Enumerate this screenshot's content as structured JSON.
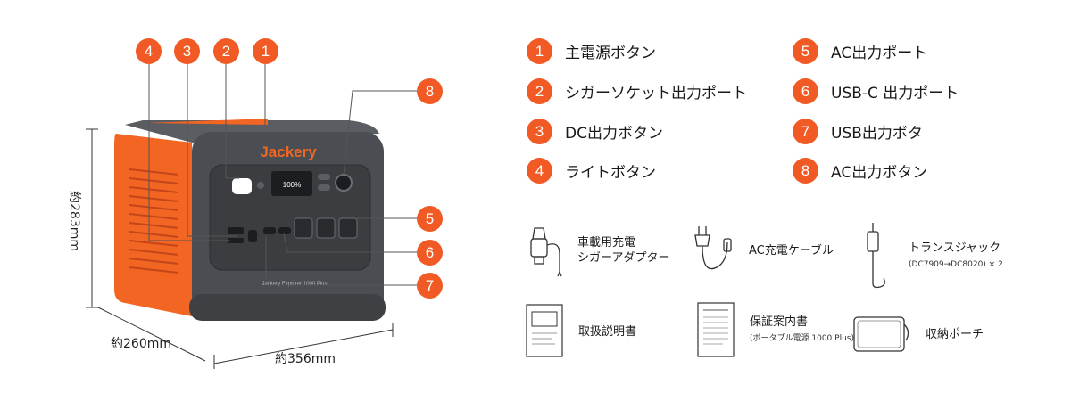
{
  "features": [
    {
      "num": "1",
      "label": "主電源ボタン"
    },
    {
      "num": "2",
      "label": "シガーソケット出力ポート"
    },
    {
      "num": "3",
      "label": "DC出力ボタン"
    },
    {
      "num": "4",
      "label": "ライトボタン"
    },
    {
      "num": "5",
      "label": "AC出力ポート"
    },
    {
      "num": "6",
      "label": "USB-C 出力ポート"
    },
    {
      "num": "7",
      "label": "USB出力ボタ"
    },
    {
      "num": "8",
      "label": "AC出力ボタン"
    }
  ],
  "dimensions": {
    "height": "約283mm",
    "depth": "約260mm",
    "width": "約356mm"
  },
  "accessories": [
    {
      "name": "車載用充電",
      "name2": "シガーアダプター",
      "sub": "",
      "icon": "car-charger-icon"
    },
    {
      "name": "AC充電ケーブル",
      "name2": "",
      "sub": "",
      "icon": "ac-cable-icon"
    },
    {
      "name": "トランスジャック",
      "name2": "",
      "sub": "(DC7909→DC8020) × 2",
      "icon": "jack-icon"
    },
    {
      "name": "取扱説明書",
      "name2": "",
      "sub": "",
      "icon": "manual-icon"
    },
    {
      "name": "保証案内書",
      "name2": "",
      "sub": "(ポータブル電源 1000 Plus)",
      "icon": "warranty-icon"
    },
    {
      "name": "収納ポーチ",
      "name2": "",
      "sub": "",
      "icon": "pouch-icon"
    }
  ],
  "product": {
    "brand": "Jackery",
    "model": "Jackery Explorer 1000 Plus",
    "display": "100%"
  },
  "colors": {
    "accent": "#f15a24",
    "body": "#4a4d52",
    "side": "#f26522"
  }
}
